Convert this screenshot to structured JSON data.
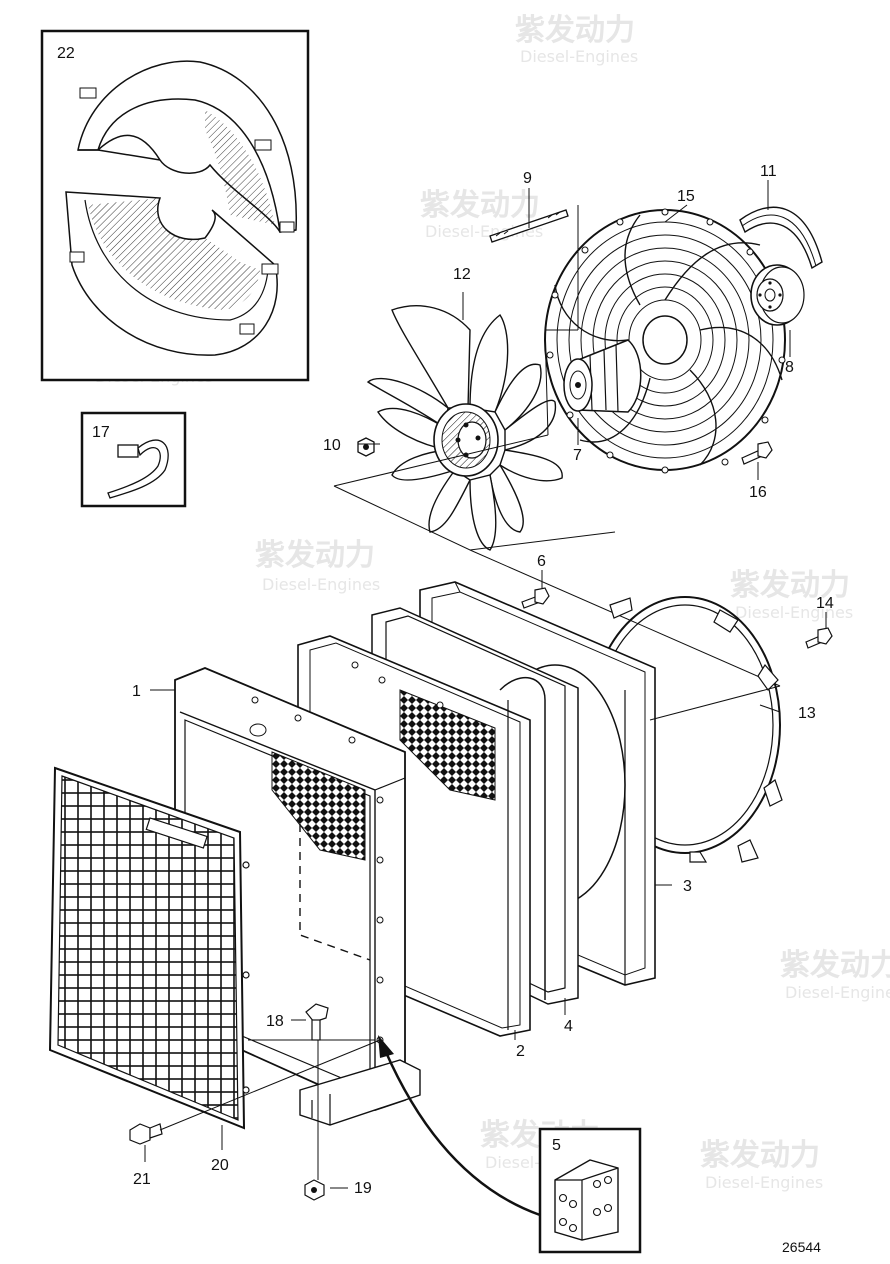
{
  "drawing_number": "26544",
  "watermark": {
    "brand_cn": "紫发动力",
    "brand_en": "Diesel-Engines"
  },
  "callouts": {
    "c1": "1",
    "c2": "2",
    "c3": "3",
    "c4": "4",
    "c5": "5",
    "c6": "6",
    "c7": "7",
    "c8": "8",
    "c9": "9",
    "c10": "10",
    "c11": "11",
    "c12": "12",
    "c13": "13",
    "c14": "14",
    "c15": "15",
    "c16": "16",
    "c17": "17",
    "c18": "18",
    "c19": "19",
    "c20": "20",
    "c21": "21",
    "c22": "22"
  },
  "colors": {
    "line": "#111111",
    "background": "#ffffff",
    "watermark": "#e6e6e6"
  }
}
